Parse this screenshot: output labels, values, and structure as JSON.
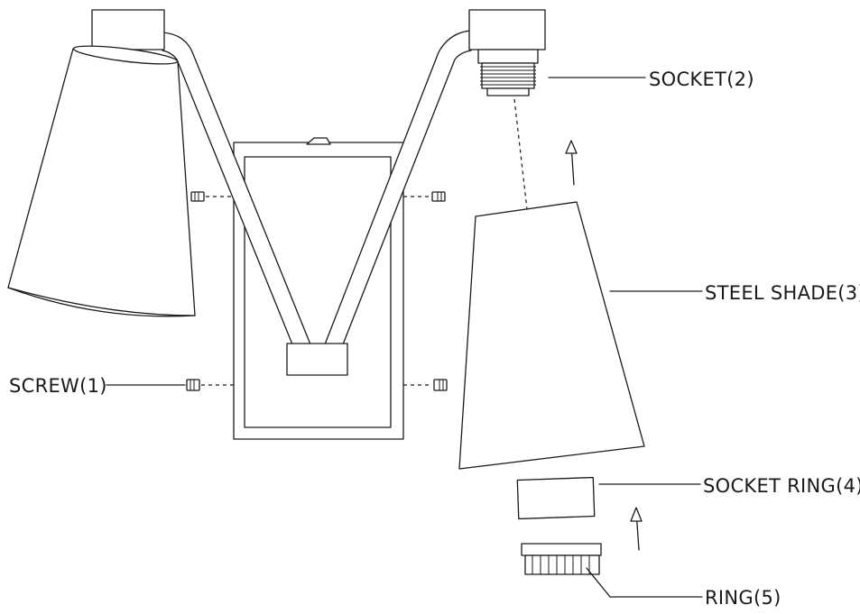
{
  "labels": {
    "screw": "SCREW(1)",
    "socket": "SOCKET(2)",
    "steel_shade": "STEEL SHADE(3)",
    "socket_ring": "SOCKET RING(4)",
    "ring": "RING(5)"
  }
}
